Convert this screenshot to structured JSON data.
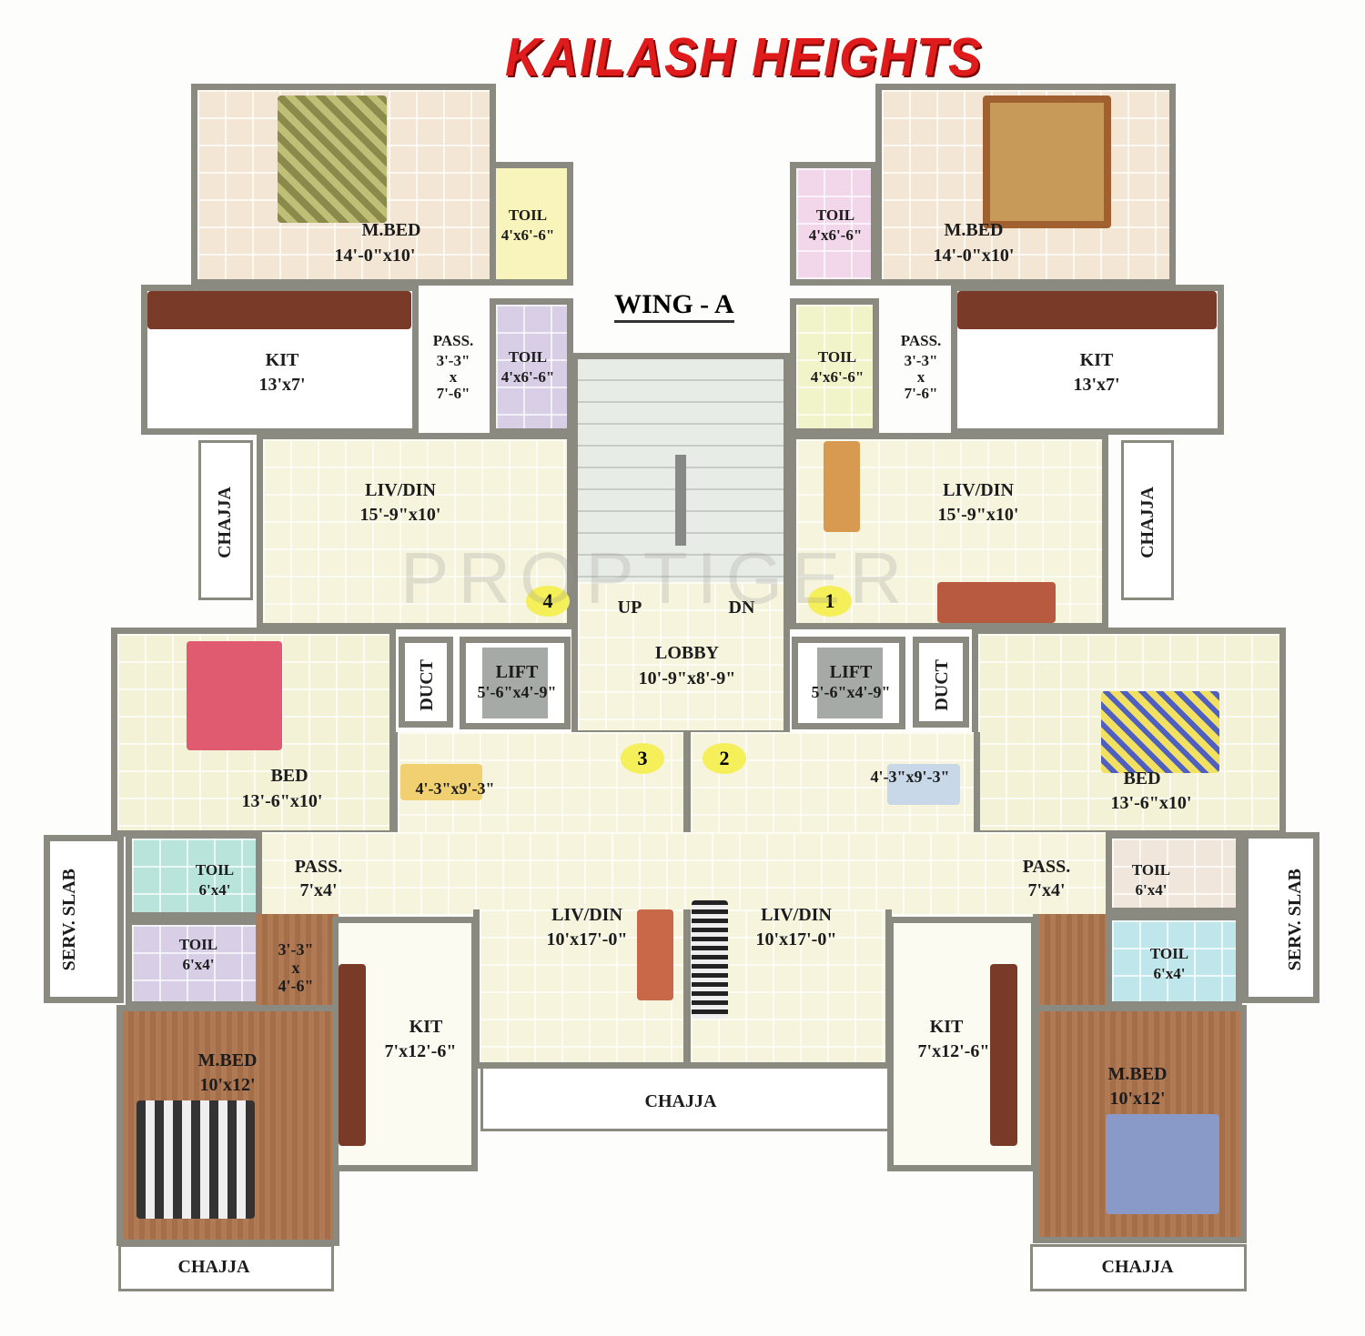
{
  "title": "KAILASH HEIGHTS",
  "wing": "WING - A",
  "watermark": "PROPTIGER",
  "core": {
    "up": "UP",
    "dn": "DN",
    "lobby": "LOBBY",
    "lobby_size": "10'-9\"x8'-9\"",
    "lift": "LIFT",
    "lift_size": "5'-6\"x4'-9\"",
    "duct": "DUCT"
  },
  "flat_numbers": [
    "1",
    "2",
    "3",
    "4"
  ],
  "flat4": {
    "mbed": "M.BED",
    "mbed_size": "14'-0\"x10'",
    "toil": "TOIL",
    "toil_size": "4'x6'-6\"",
    "kit": "KIT",
    "kit_size": "13'x7'",
    "pass": "PASS.",
    "pass_size": [
      "3'-3\"",
      "x",
      "7'-6\""
    ],
    "toil2": "TOIL",
    "toil2_size": "4'x6'-6\"",
    "liv": "LIV/DIN",
    "liv_size": "15'-9\"x10'",
    "chajja": "CHAJJA"
  },
  "flat1": {
    "mbed": "M.BED",
    "mbed_size": "14'-0\"x10'",
    "toil": "TOIL",
    "toil_size": "4'x6'-6\"",
    "kit": "KIT",
    "kit_size": "13'x7'",
    "pass": "PASS.",
    "pass_size": [
      "3'-3\"",
      "x",
      "7'-6\""
    ],
    "toil2": "TOIL",
    "toil2_size": "4'x6'-6\"",
    "liv": "LIV/DIN",
    "liv_size": "15'-9\"x10'",
    "chajja": "CHAJJA"
  },
  "flat3": {
    "bed": "BED",
    "bed_size": "13'-6\"x10'",
    "dining_size": "4'-3\"x9'-3\"",
    "pass": "PASS.",
    "pass_size": "7'x4'",
    "toil": "TOIL",
    "toil_size": "6'x4'",
    "toil2": "TOIL",
    "toil2_size": "6'x4'",
    "dress_size": [
      "3'-3\"",
      "x",
      "4'-6\""
    ],
    "serv": "SERV. SLAB",
    "mbed": "M.BED",
    "mbed_size": "10'x12'",
    "kit": "KIT",
    "kit_size": "7'x12'-6\"",
    "liv": "LIV/DIN",
    "liv_size": "10'x17'-0\"",
    "chajja": "CHAJJA"
  },
  "flat2": {
    "bed": "BED",
    "bed_size": "13'-6\"x10'",
    "dining_size": "4'-3\"x9'-3\"",
    "pass": "PASS.",
    "pass_size": "7'x4'",
    "toil": "TOIL",
    "toil_size": "6'x4'",
    "toil2": "TOIL",
    "toil2_size": "6'x4'",
    "serv": "SERV. SLAB",
    "mbed": "M.BED",
    "mbed_size": "10'x12'",
    "kit": "KIT",
    "kit_size": "7'x12'-6\"",
    "liv": "LIV/DIN",
    "liv_size": "10'x17'-0\"",
    "chajja": "CHAJJA"
  },
  "center_chajja": "CHAJJA",
  "colors": {
    "title": "#e01b1b",
    "wall": "#8a8a80",
    "number_badge": "#f5ef5a"
  }
}
